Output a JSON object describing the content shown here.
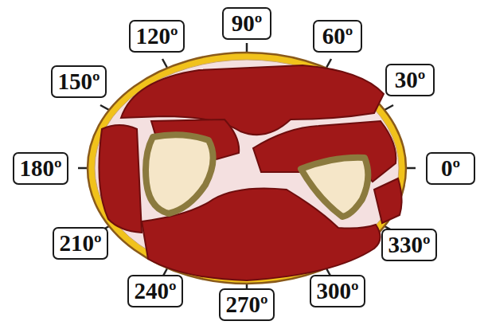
{
  "diagram": {
    "nodes": [
      {
        "text": [
          "120º"
        ]
      },
      {
        "text": [
          "90º"
        ]
      },
      {
        "text": [
          "60º"
        ]
      },
      {
        "text": [
          "150º"
        ]
      },
      {
        "text": [
          "30º"
        ]
      },
      {
        "text": [
          "180º"
        ]
      },
      {
        "text": [
          "0º"
        ]
      },
      {
        "text": [
          "210º"
        ]
      },
      {
        "text": [
          "330º"
        ]
      },
      {
        "text": [
          "240º"
        ]
      },
      {
        "text": [
          "300º"
        ]
      },
      {
        "text": [
          "270º"
        ]
      }
    ]
  }
}
